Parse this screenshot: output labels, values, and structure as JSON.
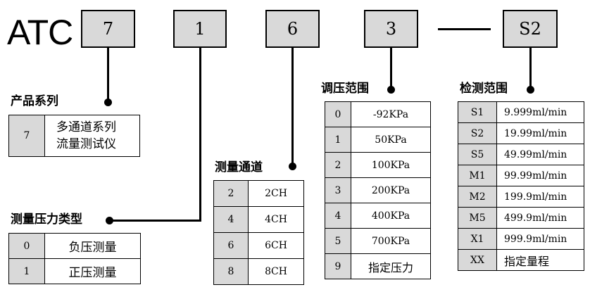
{
  "prefix": "ATC",
  "codes": {
    "series": "7",
    "pressure_type": "1",
    "channels": "6",
    "pressure_range": "3",
    "detection_range": "S2"
  },
  "series": {
    "title": "产品系列",
    "rows": [
      {
        "code": "7",
        "line1": "多通道系列",
        "line2": "流量测试仪"
      }
    ]
  },
  "pressure_type": {
    "title": "测量压力类型",
    "rows": [
      {
        "code": "0",
        "label": "负压测量"
      },
      {
        "code": "1",
        "label": "正压测量"
      }
    ]
  },
  "channels": {
    "title": "测量通道",
    "rows": [
      {
        "code": "2",
        "label": "2CH"
      },
      {
        "code": "4",
        "label": "4CH"
      },
      {
        "code": "6",
        "label": "6CH"
      },
      {
        "code": "8",
        "label": "8CH"
      }
    ]
  },
  "pressure_range": {
    "title": "调压范围",
    "rows": [
      {
        "code": "0",
        "label": "-92KPa"
      },
      {
        "code": "1",
        "label": "50KPa"
      },
      {
        "code": "2",
        "label": "100KPa"
      },
      {
        "code": "3",
        "label": "200KPa"
      },
      {
        "code": "4",
        "label": "400KPa"
      },
      {
        "code": "5",
        "label": "700KPa"
      },
      {
        "code": "9",
        "label": "指定压力"
      }
    ]
  },
  "detection_range": {
    "title": "检测范围",
    "rows": [
      {
        "code": "S1",
        "label": "9.999ml/min"
      },
      {
        "code": "S2",
        "label": "19.99ml/min"
      },
      {
        "code": "S5",
        "label": "49.99ml/min"
      },
      {
        "code": "M1",
        "label": "99.99ml/min"
      },
      {
        "code": "M2",
        "label": "199.9ml/min"
      },
      {
        "code": "M5",
        "label": "499.9ml/min"
      },
      {
        "code": "X1",
        "label": "999.9ml/min"
      },
      {
        "code": "XX",
        "label": "指定量程"
      }
    ]
  }
}
